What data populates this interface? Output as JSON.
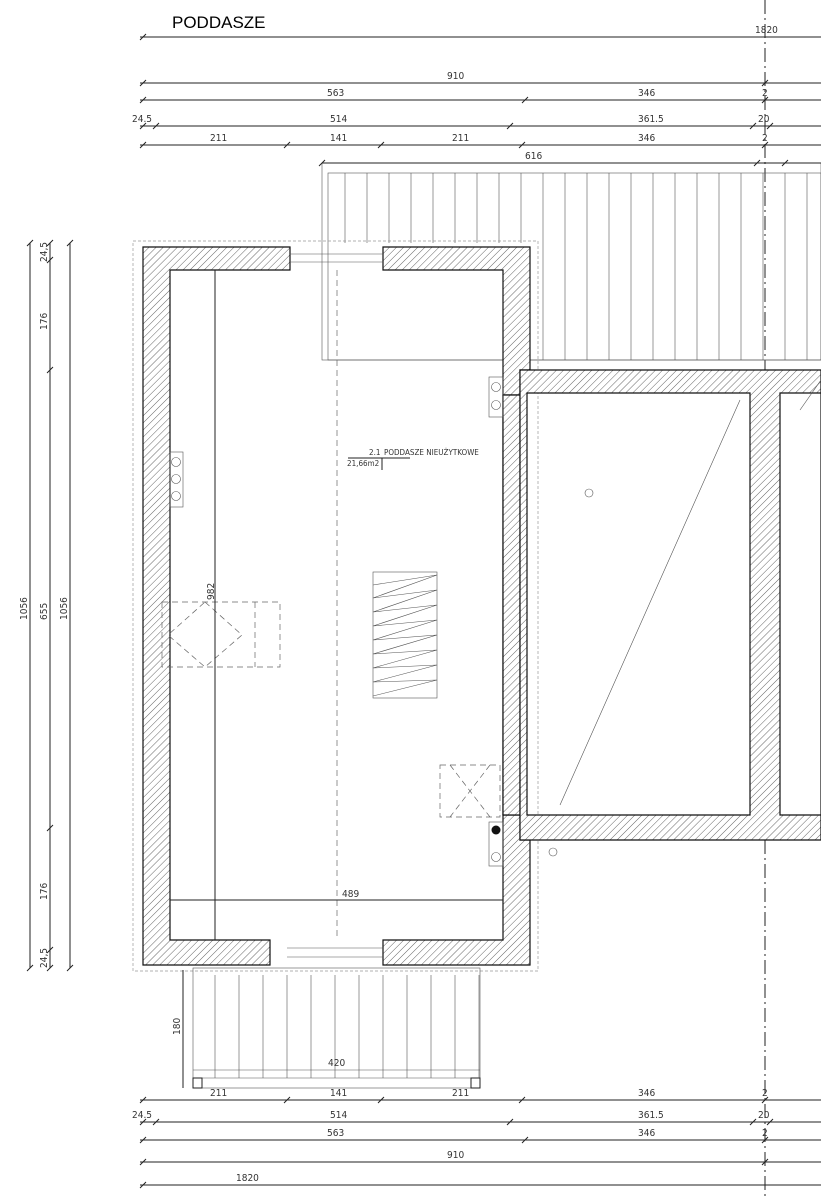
{
  "title": "PODDASZE",
  "room": {
    "number": "2.1",
    "name": "PODDASZE NIEUŻYTKOWE",
    "area": "21,66m2"
  },
  "inner_dims": {
    "height": "982",
    "width": "489",
    "balcony_depth": "180",
    "balcony_width": "420"
  },
  "top_dims": [
    {
      "row": 0,
      "labels": [
        "1820"
      ]
    },
    {
      "row": 1,
      "labels": [
        "910"
      ]
    },
    {
      "row": 2,
      "labels": [
        "563",
        "346",
        "2"
      ]
    },
    {
      "row": 3,
      "labels": [
        "24.5",
        "514",
        "361.5",
        "20"
      ]
    },
    {
      "row": 4,
      "labels": [
        "211",
        "141",
        "211",
        "346",
        "2"
      ]
    },
    {
      "row": 5,
      "labels": [
        "616"
      ]
    }
  ],
  "bottom_dims": [
    {
      "row": 0,
      "labels": [
        "211",
        "141",
        "211",
        "346",
        "2"
      ]
    },
    {
      "row": 1,
      "labels": [
        "24.5",
        "514",
        "361.5",
        "20"
      ]
    },
    {
      "row": 2,
      "labels": [
        "563",
        "346",
        "2"
      ]
    },
    {
      "row": 3,
      "labels": [
        "910"
      ]
    },
    {
      "row": 4,
      "labels": [
        "1820"
      ]
    }
  ],
  "left_dims": {
    "outer": "1056",
    "segments": [
      "24,5",
      "176",
      "655",
      "176",
      "24,5"
    ],
    "inner": "1056"
  }
}
